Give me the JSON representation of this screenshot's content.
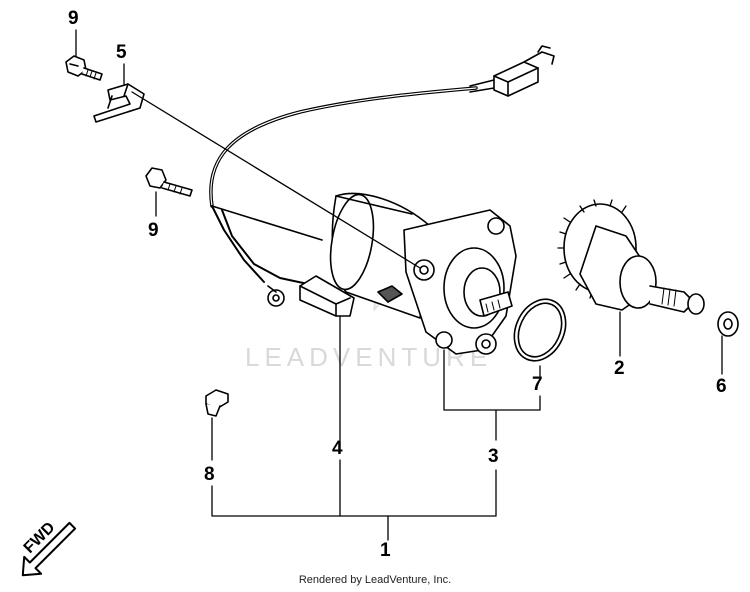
{
  "diagram": {
    "callouts": [
      "1",
      "2",
      "3",
      "4",
      "5",
      "6",
      "7",
      "8",
      "9",
      "9"
    ],
    "direction_label": "FWD",
    "watermark": "LEADVENTURE",
    "footer": "Rendered by LeadVenture, Inc.",
    "colors": {
      "line": "#000000",
      "watermark": "#d9d9d9",
      "background": "#ffffff"
    }
  }
}
